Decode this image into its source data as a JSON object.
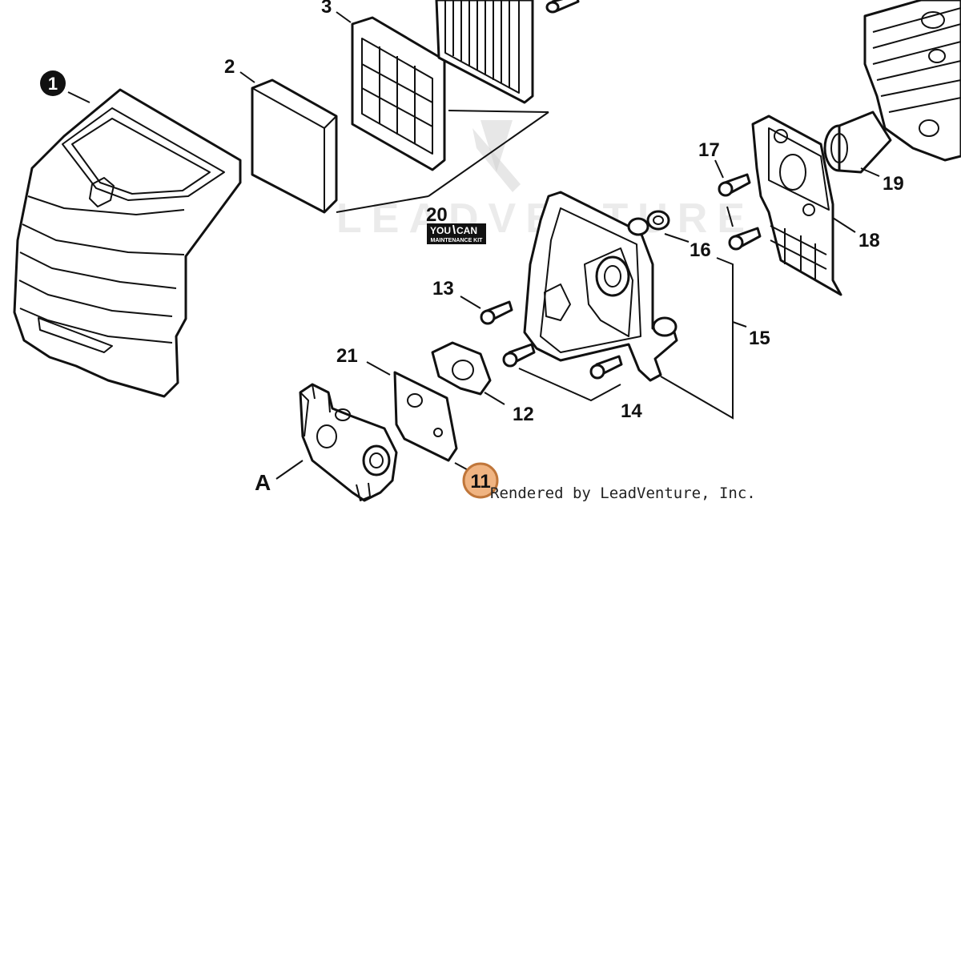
{
  "watermark": {
    "text": "LEADVENTURE"
  },
  "badge": {
    "line1": "YOU",
    "line2": "CAN",
    "line3": "MAINTENANCE KIT"
  },
  "callouts": {
    "c1": "1",
    "c2": "2",
    "c3": "3",
    "c11": "11",
    "c12": "12",
    "c13": "13",
    "c14": "14",
    "c15": "15",
    "c16": "16",
    "c17": "17",
    "c18": "18",
    "c19": "19",
    "c20": "20",
    "c21": "21",
    "cA": "A"
  },
  "footer": {
    "rendered_by": "Rendered by LeadVenture, Inc."
  },
  "colors": {
    "highlight_fill": "#f0b482",
    "highlight_stroke": "#c0763a",
    "line": "#111111"
  }
}
